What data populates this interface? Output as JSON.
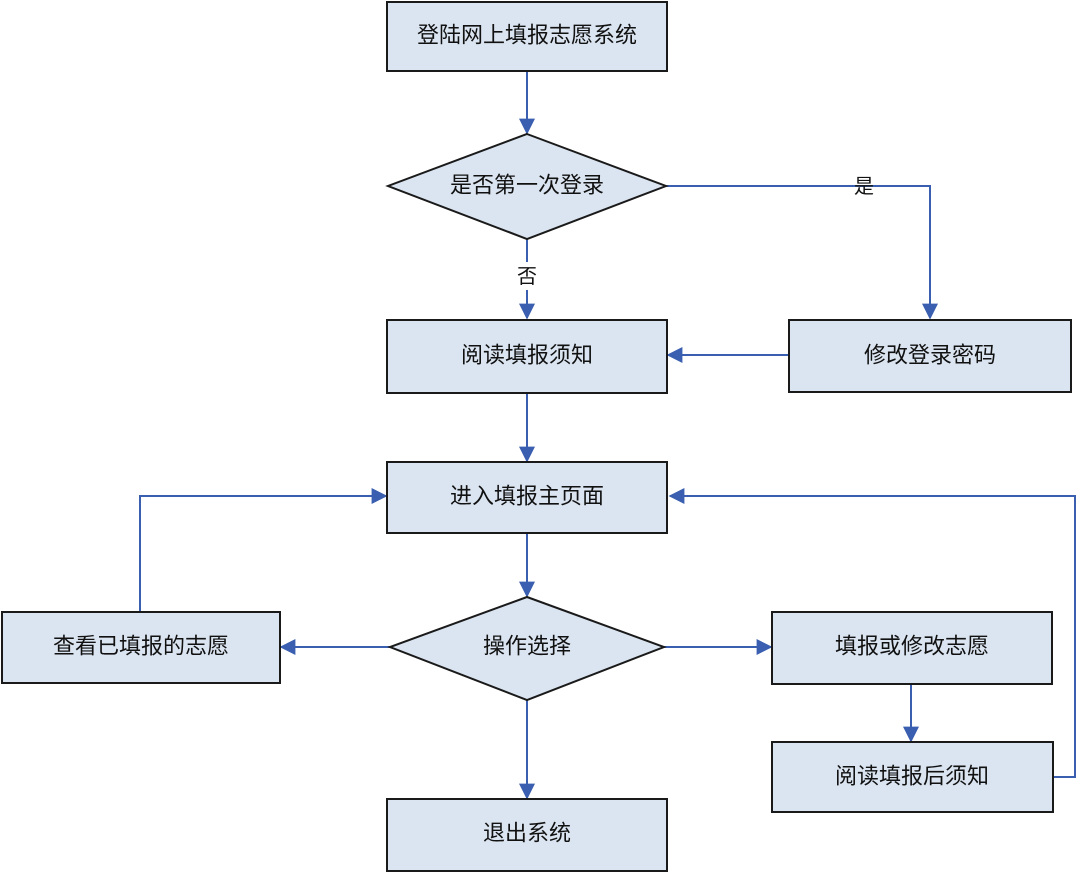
{
  "colors": {
    "node_fill": "#dbe5f1",
    "node_border": "#1a1a1a",
    "edge": "#3a5fb0",
    "text": "#111111"
  },
  "nodes": {
    "login": "登陆网上填报志愿系统",
    "first_login_decision": "是否第一次登录",
    "read_notice": "阅读填报须知",
    "change_password": "修改登录密码",
    "main_page": "进入填报主页面",
    "operation_choice": "操作选择",
    "view_submitted": "查看已填报的志愿",
    "fill_or_modify": "填报或修改志愿",
    "read_after_notice": "阅读填报后须知",
    "exit_system": "退出系统"
  },
  "edge_labels": {
    "yes": "是",
    "no": "否"
  }
}
